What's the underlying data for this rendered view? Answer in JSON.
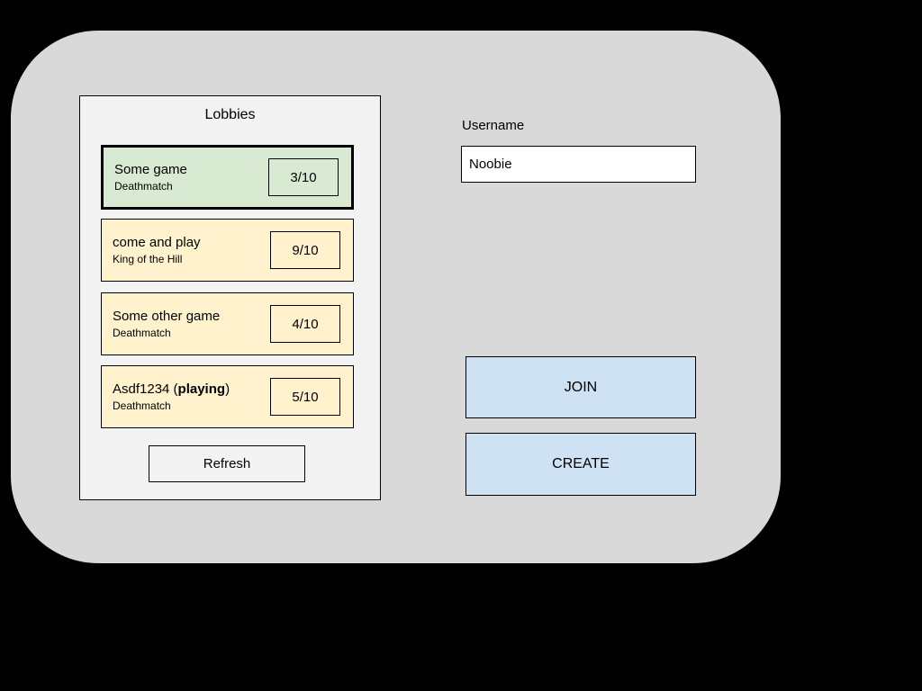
{
  "window": {
    "background_color": "#000000",
    "card_color": "#d9d9d9"
  },
  "lobbies_panel": {
    "title": "Lobbies",
    "background_color": "#f3f3f3",
    "selected_color": "#d9ead3",
    "unselected_color": "#fff2cc",
    "items": [
      {
        "name": "Some game",
        "mode": "Deathmatch",
        "players": "3/10",
        "selected": true
      },
      {
        "name": "come and play",
        "mode": "King of the Hill",
        "players": "9/10",
        "selected": false
      },
      {
        "name": "Some other game",
        "mode": "Deathmatch",
        "players": "4/10",
        "selected": false
      },
      {
        "name_prefix": "Asdf1234 (",
        "name_bold": "playing",
        "name_suffix": ")",
        "mode": "Deathmatch",
        "players": "5/10",
        "selected": false
      }
    ],
    "refresh_label": "Refresh"
  },
  "username": {
    "label": "Username",
    "value": "Noobie"
  },
  "actions": {
    "join_label": "JOIN",
    "create_label": "CREATE",
    "button_color": "#cfe2f3"
  }
}
